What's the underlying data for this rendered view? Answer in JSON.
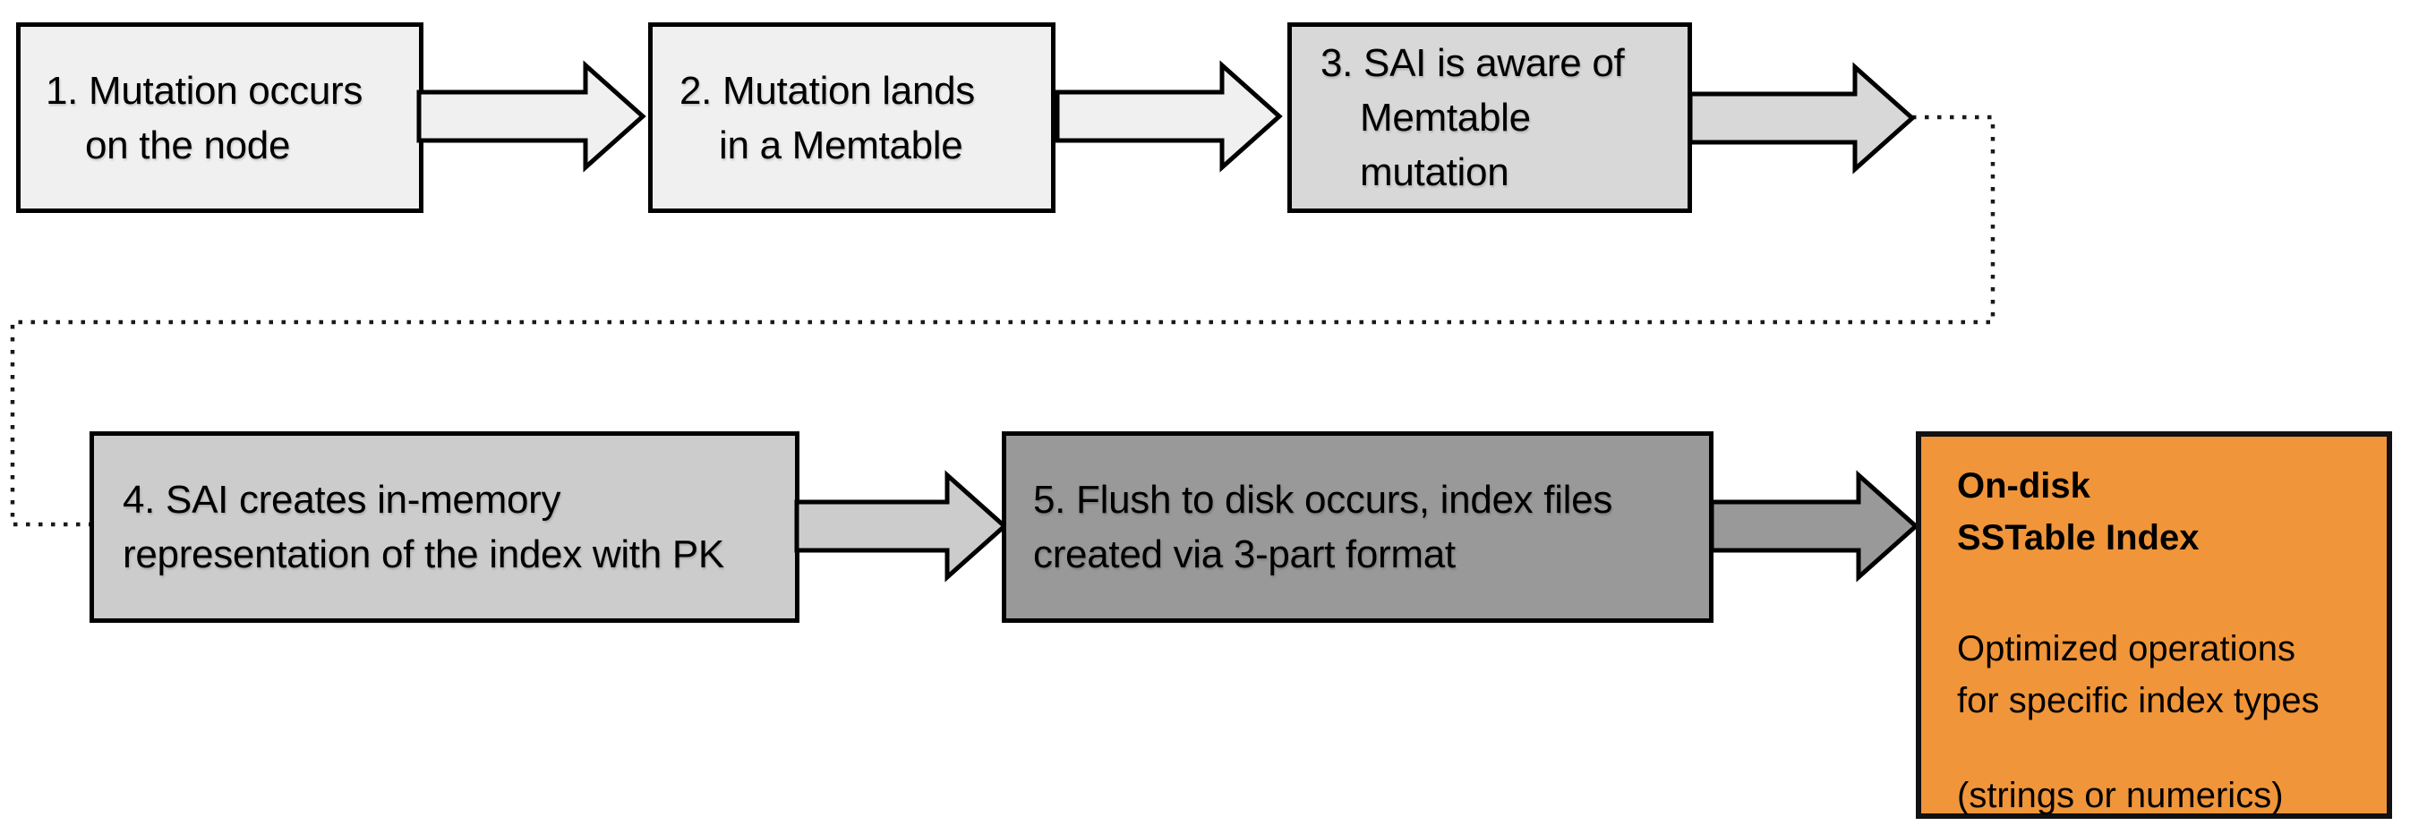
{
  "diagram": {
    "steps": [
      {
        "lines": [
          "1. Mutation occurs",
          "on the node"
        ],
        "fill": "#f0f0f0"
      },
      {
        "lines": [
          "2. Mutation lands",
          "in a Memtable"
        ],
        "fill": "#f0f0f0"
      },
      {
        "lines": [
          "3. SAI is aware of",
          "Memtable",
          "mutation"
        ],
        "fill": "#d8d8d8"
      },
      {
        "lines": [
          "4. SAI creates in-memory",
          "representation of the index with PK"
        ],
        "fill": "#cccccc"
      },
      {
        "lines": [
          "5. Flush to disk occurs, index files",
          "created via 3-part format"
        ],
        "fill": "#999999"
      }
    ],
    "arrows": [
      {
        "fill": "#f0f0f0"
      },
      {
        "fill": "#f0f0f0"
      },
      {
        "fill": "#d8d8d8"
      },
      {
        "fill": "#cccccc"
      },
      {
        "fill": "#999999"
      }
    ],
    "result": {
      "title_lines": [
        "On-disk",
        "SSTable Index"
      ],
      "body_lines": [
        "Optimized operations",
        "for specific index types"
      ],
      "note": "(strings or numerics)",
      "fill": "#f09539"
    },
    "colors": {
      "box_border": "#000000",
      "arrow_outline": "#000000",
      "connector": "#1a1a1a",
      "text": "#000000",
      "background": "#ffffff"
    }
  }
}
